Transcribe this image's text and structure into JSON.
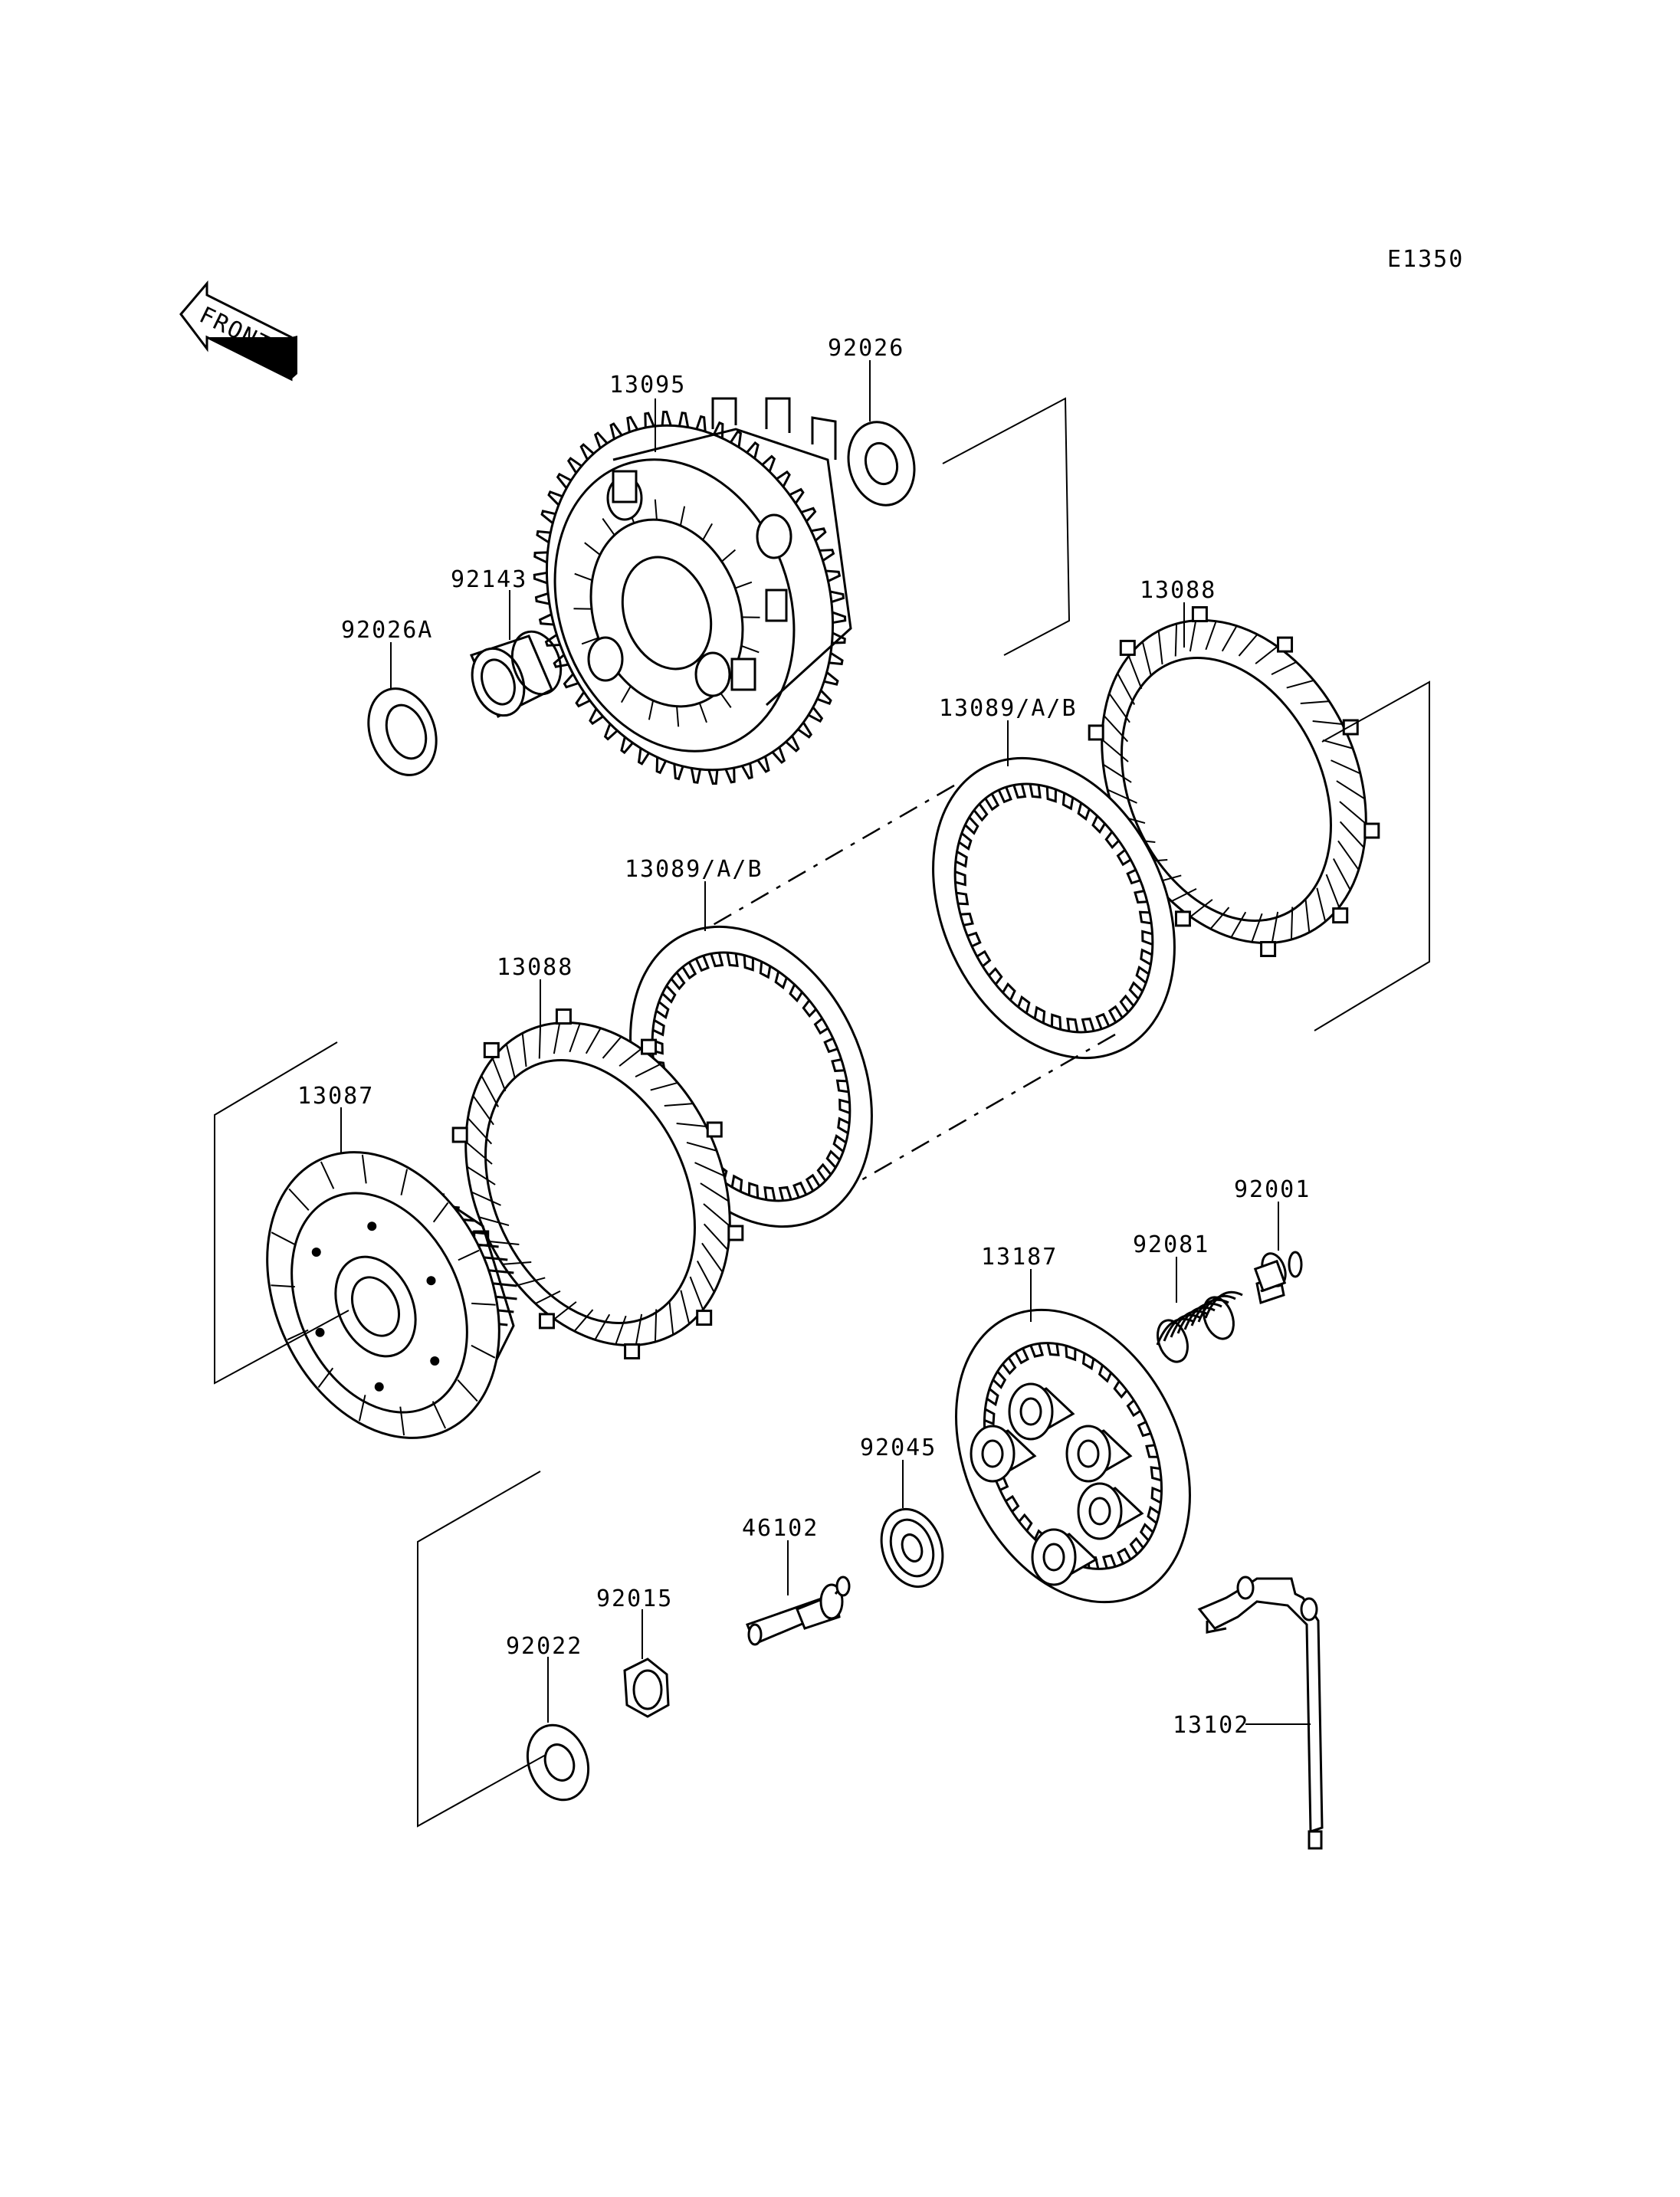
{
  "diagram_code": "E1350",
  "front_arrow_text": "FRONT",
  "parts": {
    "p13095": "13095",
    "p92026": "92026",
    "p92143": "92143",
    "p92026A": "92026A",
    "p13088_top": "13088",
    "p13089_top": "13089/A/B",
    "p13089_mid": "13089/A/B",
    "p13088_mid": "13088",
    "p13087": "13087",
    "p92001": "92001",
    "p92081": "92081",
    "p13187": "13187",
    "p92045": "92045",
    "p46102": "46102",
    "p92015": "92015",
    "p92022": "92022",
    "p13102": "13102"
  }
}
